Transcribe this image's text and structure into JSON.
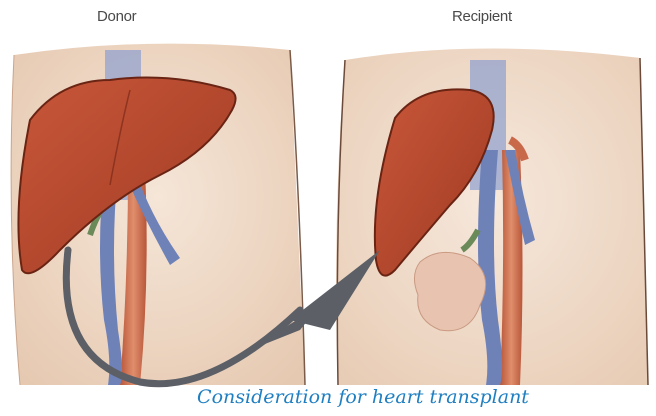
{
  "panels": {
    "left_label": "Donor",
    "right_label": "Recipient"
  },
  "caption": "Consideration for heart transplant",
  "colors": {
    "liver": "#b8482c",
    "artery": "#c8694a",
    "vein": "#6f82b8",
    "skin": "#efd9c6",
    "arrow": "#5c5f66",
    "caption": "#1f7fc1"
  }
}
